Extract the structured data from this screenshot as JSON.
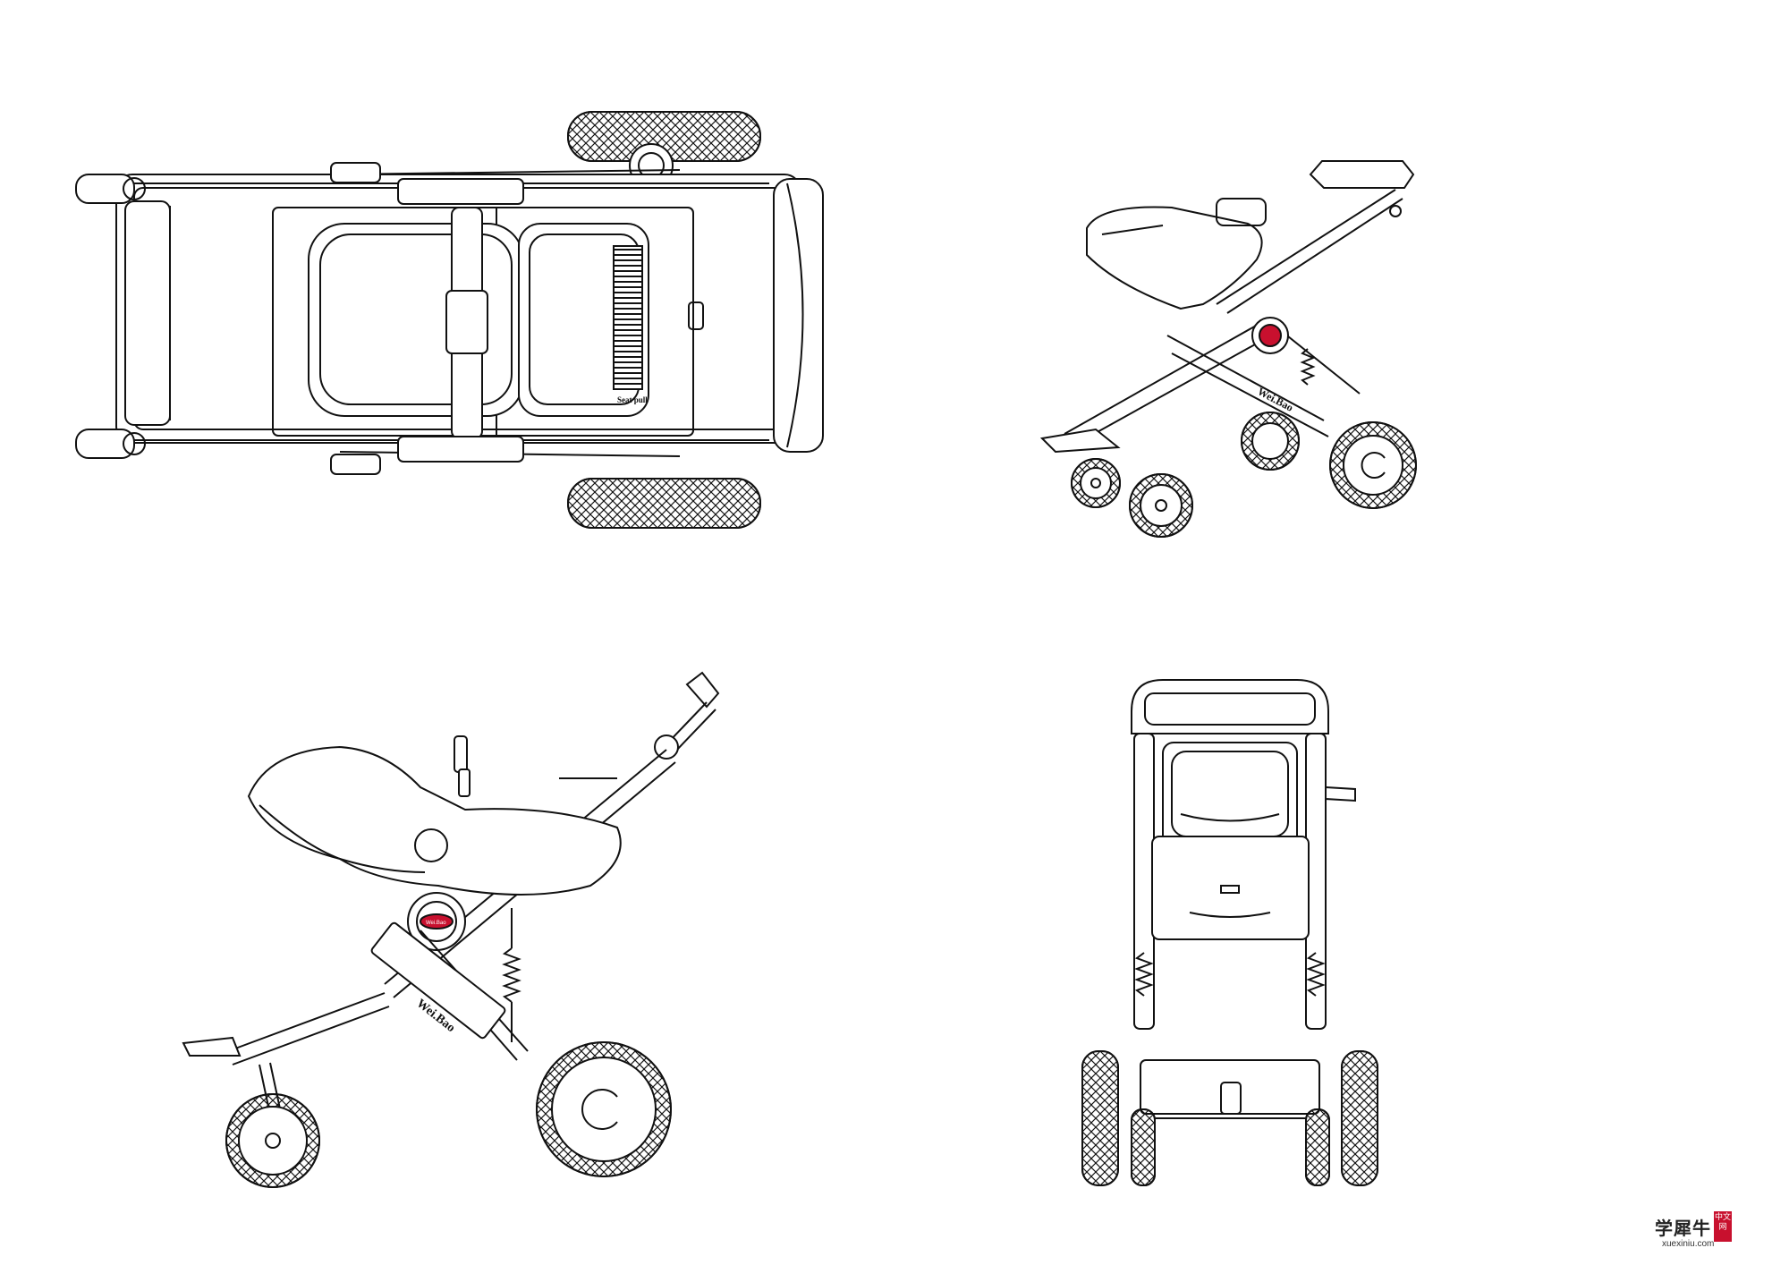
{
  "drawing": {
    "views": [
      {
        "name": "top-view"
      },
      {
        "name": "perspective-view"
      },
      {
        "name": "side-view"
      },
      {
        "name": "front-view"
      }
    ],
    "top_view_label": "Seat pull",
    "side_frame_brand": "Wei.Bao",
    "hub_badge_text": "Wei.Bao",
    "persp_frame_brand": "Wei.Bao"
  },
  "watermark": {
    "text": "学犀牛",
    "seal": "中文网",
    "url": "xuexiniu.com"
  },
  "colors": {
    "line": "#111111",
    "badge": "#c8102e",
    "background": "#ffffff"
  }
}
